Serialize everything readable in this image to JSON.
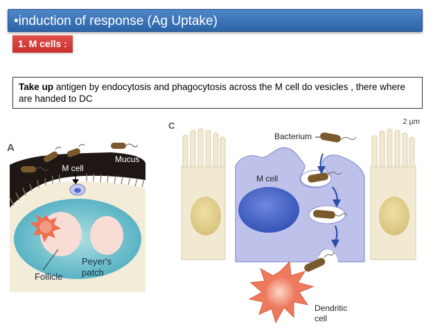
{
  "slide": {
    "title": "•induction of response (Ag Uptake)",
    "subtitle": "1. M  cells :",
    "description_bold": "Take up",
    "description_rest": " antigen by endocytosis and phagocytosis across the M cell do vesicles , there where are handed to DC"
  },
  "panel_a": {
    "letter": "A",
    "labels": {
      "m_cell": "M cell",
      "mucus": "Mucus",
      "peyers_line1": "Peyer's",
      "peyers_line2": "patch",
      "follicle": "Follicle"
    }
  },
  "panel_c": {
    "letter": "C",
    "scale": "2 µm",
    "labels": {
      "bacterium": "Bacterium",
      "m_cell": "M cell",
      "dendritic_line1": "Dendritic",
      "dendritic_line2": "cell"
    }
  },
  "colors": {
    "title_bg": "#3a72b9",
    "subtitle_bg": "#d9403c",
    "epithelium": "#f1e8d0",
    "m_cell": "#bfc2ea",
    "nucleus": "#4a68c9",
    "follicle_outer": "#5ab9c9",
    "follicle_inner": "#f6d4d0",
    "dendritic_cell": "#ee7a5e",
    "bacterium": "#7a5a2c",
    "arrow": "#2b4fa8",
    "mucus": "#221a16"
  }
}
